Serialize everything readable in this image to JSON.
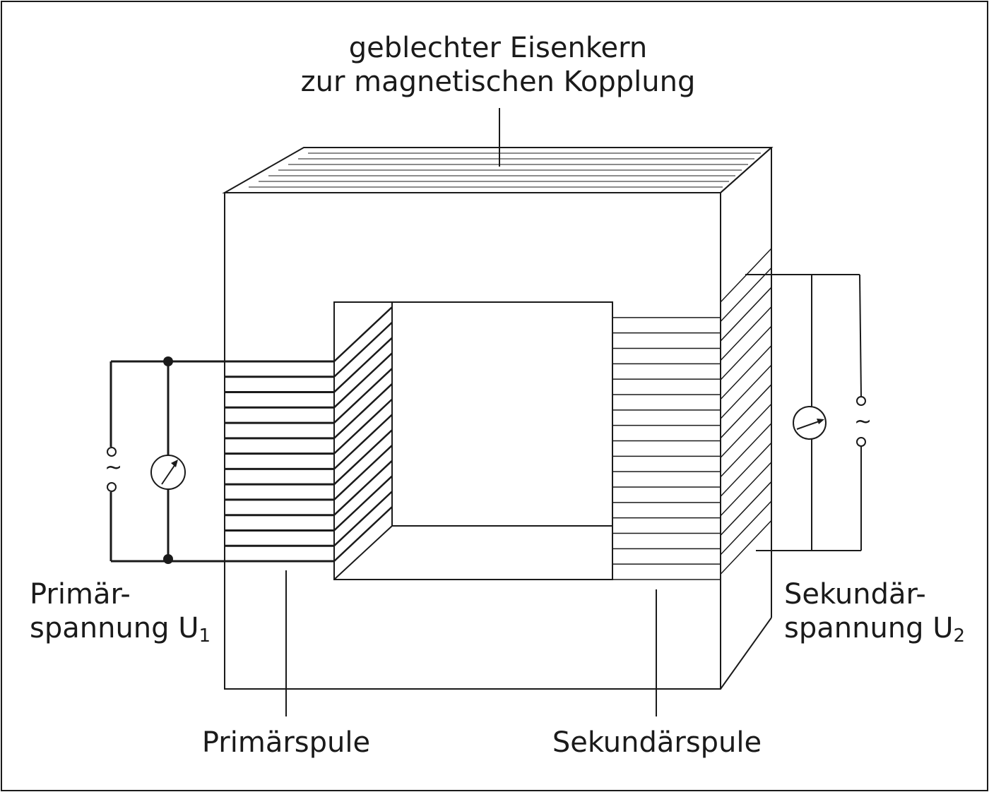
{
  "title_line1": "geblechter Eisenkern",
  "title_line2": "zur magnetischen Kopplung",
  "primary_voltage_line1": "Primär-",
  "primary_voltage_line2": "spannung U",
  "primary_voltage_sub": "1",
  "secondary_voltage_line1": "Sekundär-",
  "secondary_voltage_line2": "spannung U",
  "secondary_voltage_sub": "2",
  "primary_coil_label": "Primärspule",
  "secondary_coil_label": "Sekundärspule",
  "ac_symbol": "~",
  "colors": {
    "line": "#1a1a1a",
    "background": "#ffffff"
  }
}
